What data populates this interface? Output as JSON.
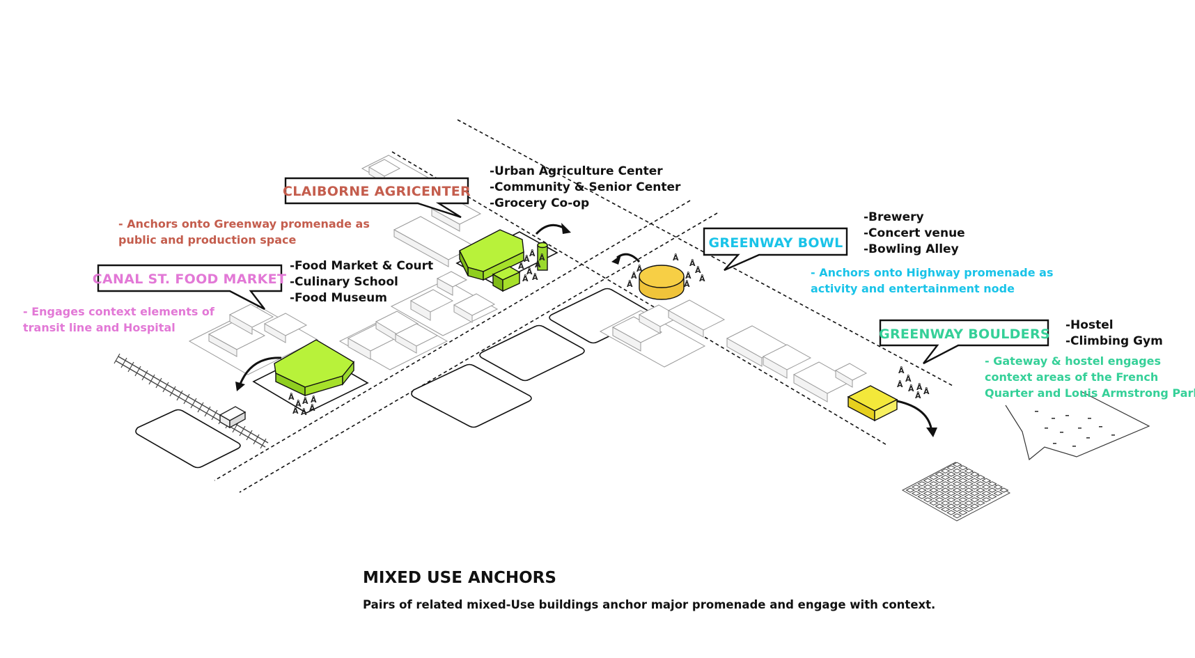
{
  "colors": {
    "agricenter": "#c45d4d",
    "food_market": "#e278d6",
    "bowl": "#19c3e8",
    "boulders": "#35d098",
    "lime": "#b8f23a",
    "yellow": "#f3dd2a",
    "orange_yellow": "#f7cf45"
  },
  "anchors": {
    "agricenter": {
      "title": "CLAIBORNE AGRICENTER",
      "uses": [
        "-Urban Agriculture Center",
        "-Community & Senior Center",
        "-Grocery Co-op"
      ],
      "note": [
        "- Anchors onto Greenway promenade as",
        "public and production space"
      ]
    },
    "food_market": {
      "title": "CANAL ST. FOOD MARKET",
      "uses": [
        "-Food Market & Court",
        "-Culinary School",
        "-Food Museum"
      ],
      "note": [
        "- Engages context elements of",
        "transit line and Hospital"
      ]
    },
    "bowl": {
      "title": "GREENWAY BOWL",
      "uses": [
        "-Brewery",
        "-Concert venue",
        "-Bowling Alley"
      ],
      "note": [
        "- Anchors onto Highway promenade as",
        "activity and entertainment node"
      ]
    },
    "boulders": {
      "title": "GREENWAY BOULDERS",
      "uses": [
        "-Hostel",
        "-Climbing Gym"
      ],
      "note": [
        "- Gateway & hostel engages",
        "context areas of the French",
        "Quarter and Louis Armstrong Park"
      ]
    }
  },
  "caption": {
    "heading": "MIXED USE ANCHORS",
    "text": "Pairs of related mixed-Use buildings anchor major promenade and engage with context."
  },
  "people_glyph": "Å"
}
